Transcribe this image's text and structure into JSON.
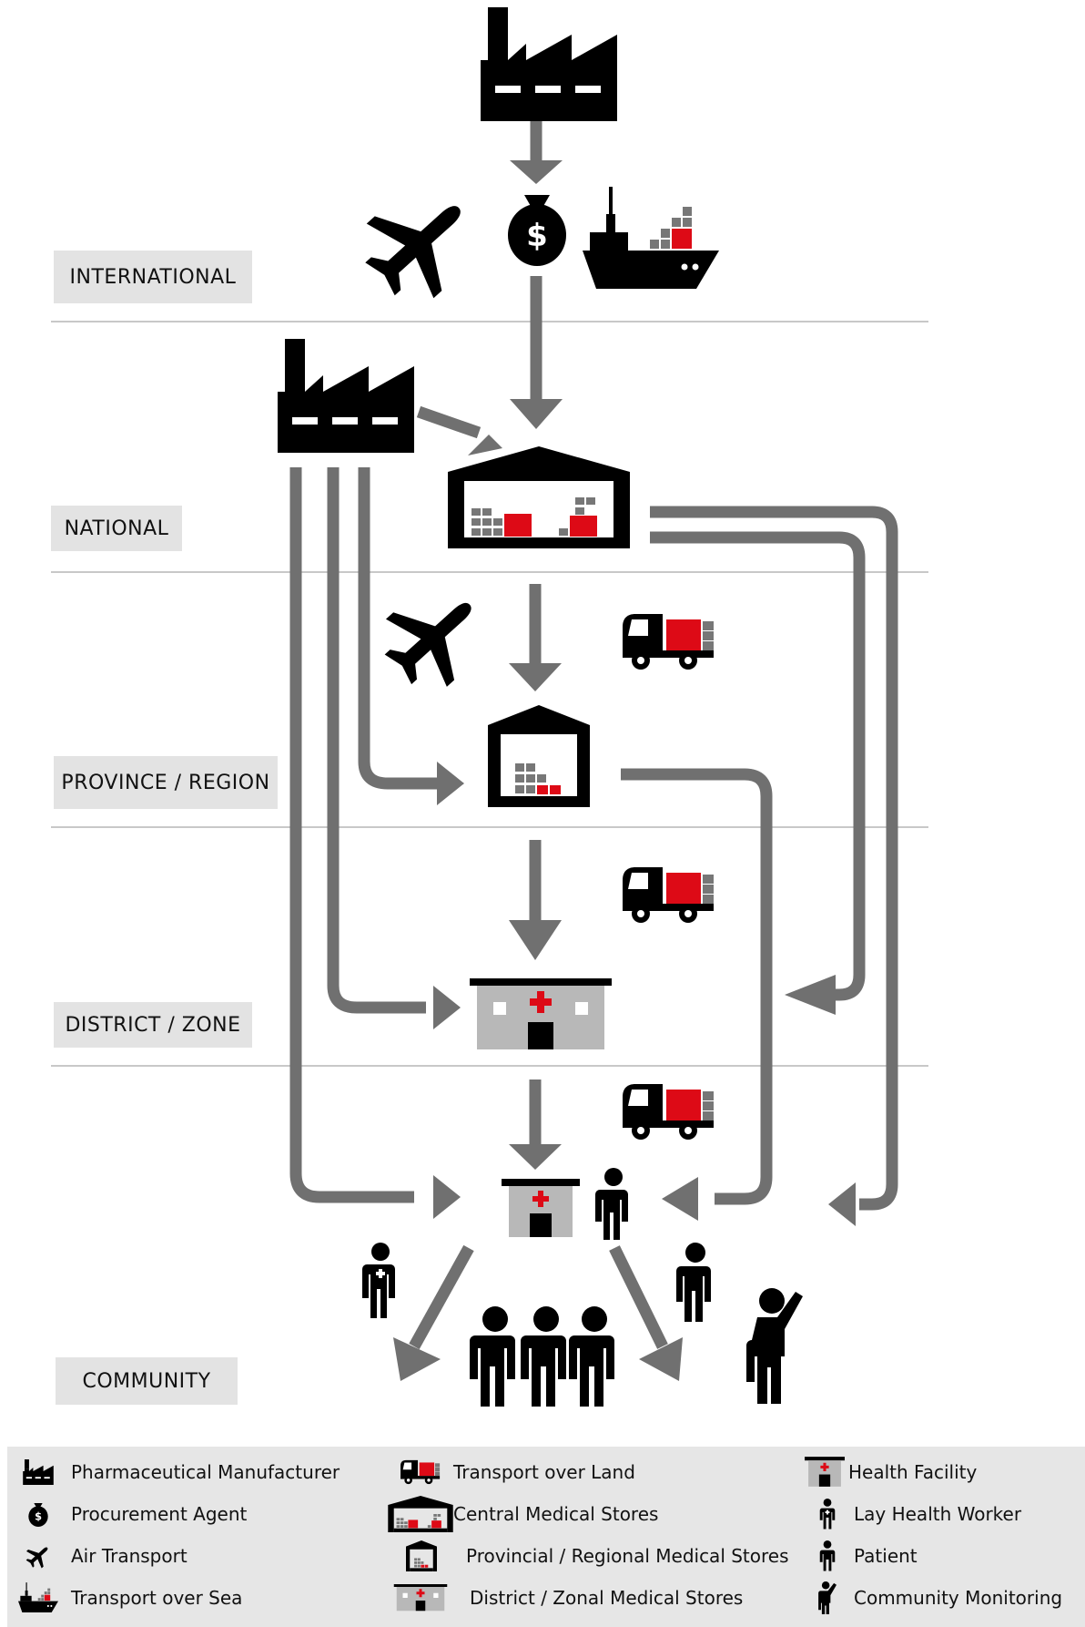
{
  "levels": {
    "international": "INTERNATIONAL",
    "national": "NATIONAL",
    "province": "PROVINCE / REGION",
    "district": "DISTRICT / ZONE",
    "community": "COMMUNITY"
  },
  "legend": {
    "pharmaceutical_manufacturer": "Pharmaceutical Manufacturer",
    "procurement_agent": "Procurement Agent",
    "air_transport": "Air Transport",
    "transport_over_sea": "Transport over Sea",
    "transport_over_land": "Transport over Land",
    "central_medical_stores": "Central Medical Stores",
    "provincial_regional_medical_stores": "Provincial / Regional Medical Stores",
    "district_zonal_medical_stores": "District / Zonal Medical Stores",
    "health_facility": "Health Facility",
    "lay_health_worker": "Lay Health Worker",
    "patient": "Patient",
    "community_monitoring": "Community Monitoring"
  },
  "colors": {
    "arrow": "#707070",
    "accent": "#dd0a16",
    "box_gray": "#777777",
    "icon": "#000000",
    "label_bg": "#e3e3e3",
    "legend_bg": "#e6e6e6"
  }
}
